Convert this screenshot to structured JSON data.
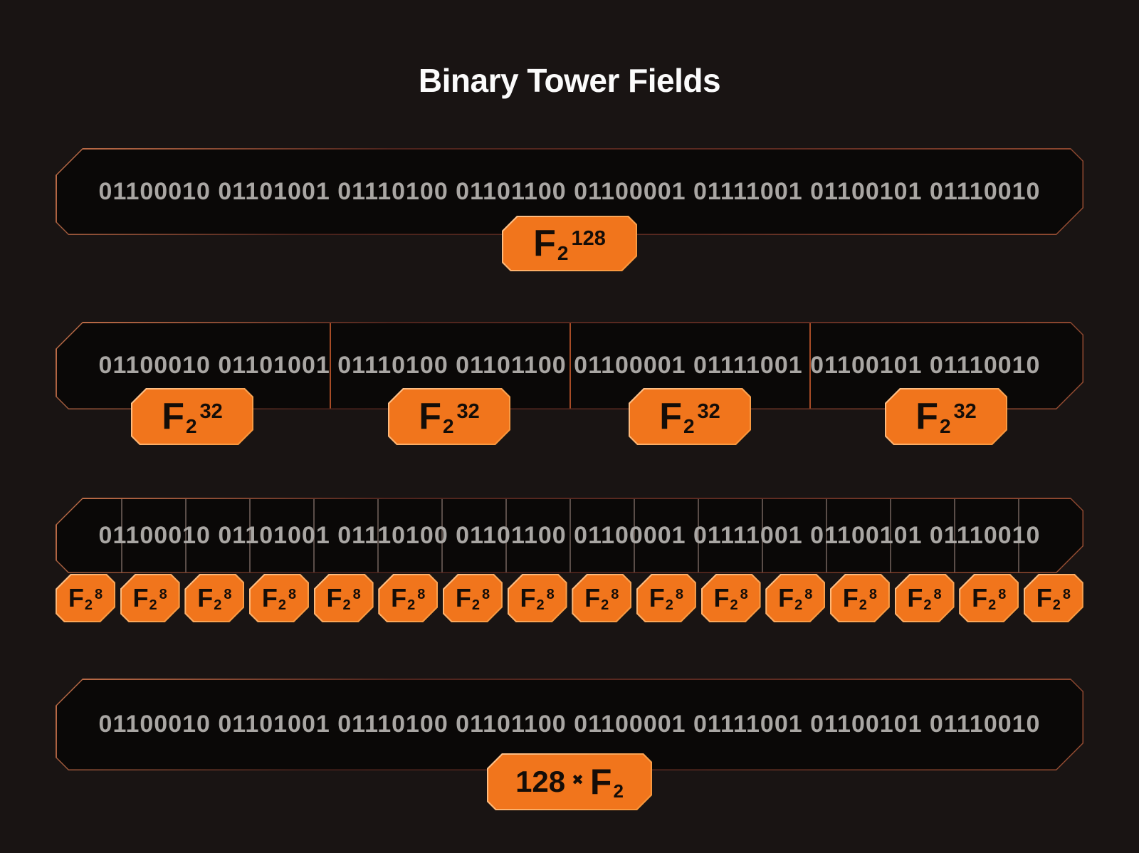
{
  "title": "Binary Tower Fields",
  "binary": "01100010 01101001 01110100 01101100 01100001 01111001 01100101 01110010",
  "levels": {
    "f2_128": {
      "badge": {
        "base": "F",
        "sub": "2",
        "exp": "128"
      },
      "sections": 1
    },
    "f2_32": {
      "badge": {
        "base": "F",
        "sub": "2",
        "exp": "32"
      },
      "sections": 4
    },
    "f2_8": {
      "badge": {
        "base": "F",
        "sub": "2",
        "exp": "8"
      },
      "sections": 16
    },
    "f2_mul": {
      "badge": {
        "prefix": "128",
        "times": "✖",
        "base": "F",
        "sub": "2"
      },
      "sections": 1
    }
  },
  "colors": {
    "background": "#191413",
    "box_fill": "#0A0807",
    "box_border": "#9C5034",
    "binary_text": "#A9A6A3",
    "badge_fill": "#F1751C",
    "badge_border": "#FFC48F",
    "badge_text": "#140D08",
    "divider_32": "#A84C26",
    "divider_8": "#5A4D48",
    "title_text": "#FBFBFB"
  }
}
